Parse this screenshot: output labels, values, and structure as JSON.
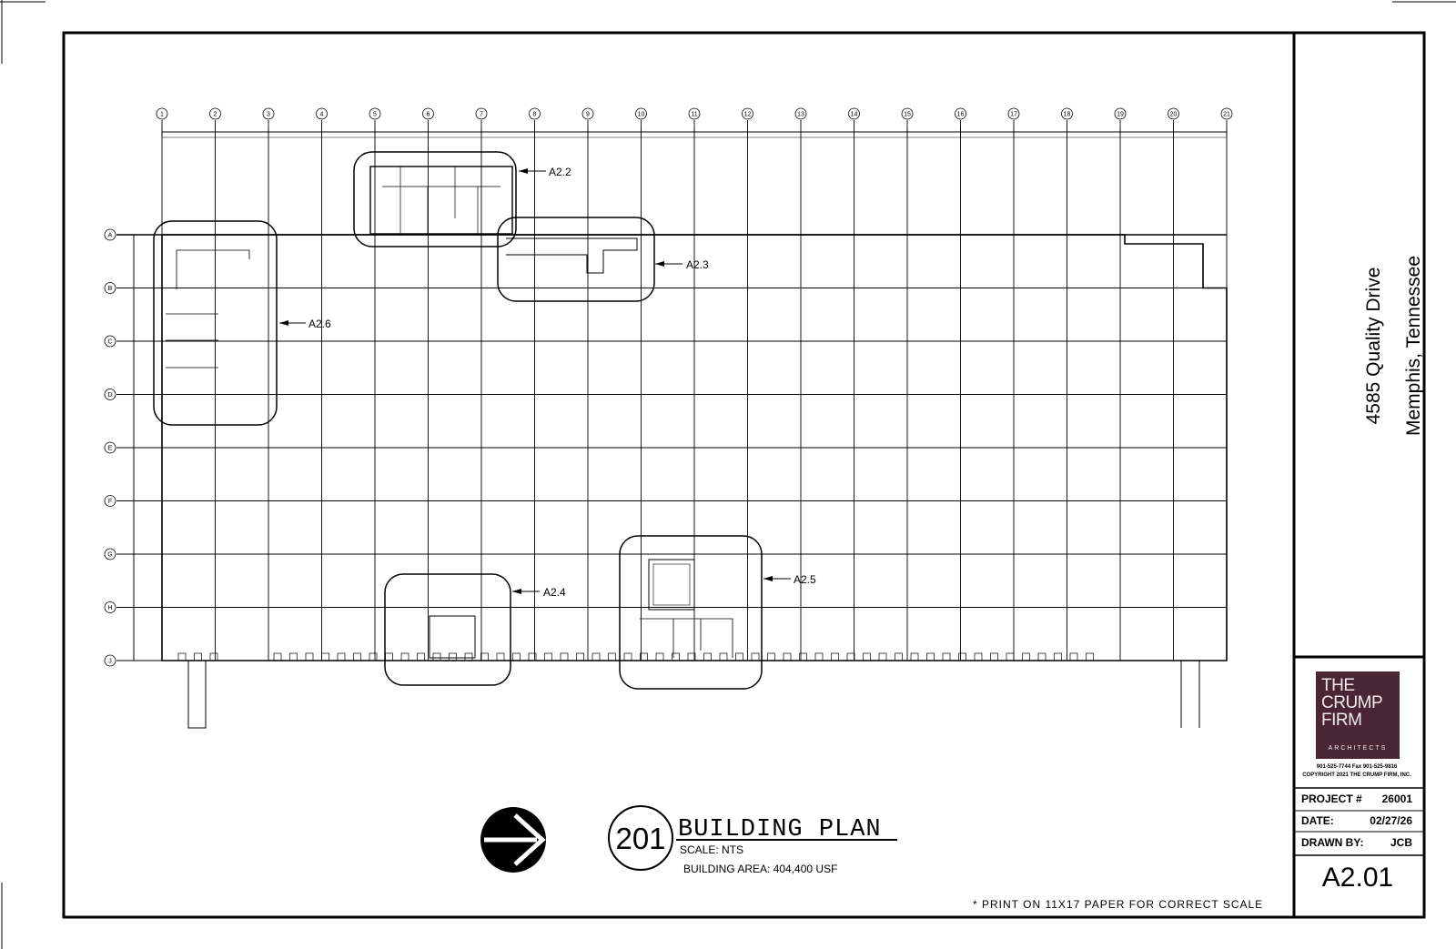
{
  "grid": {
    "columns": [
      "1",
      "2",
      "3",
      "4",
      "5",
      "6",
      "7",
      "8",
      "9",
      "10",
      "11",
      "12",
      "13",
      "14",
      "15",
      "16",
      "17",
      "18",
      "19",
      "20",
      "21"
    ],
    "rows": [
      "A",
      "B",
      "C",
      "D",
      "E",
      "F",
      "G",
      "H",
      "J"
    ]
  },
  "callouts": [
    {
      "id": "a22",
      "label": "A2.2"
    },
    {
      "id": "a23",
      "label": "A2.3"
    },
    {
      "id": "a24",
      "label": "A2.4"
    },
    {
      "id": "a25",
      "label": "A2.5"
    },
    {
      "id": "a26",
      "label": "A2.6"
    }
  ],
  "plan_title": {
    "number": "201",
    "title": "BUILDING PLAN",
    "scale": "SCALE:  NTS",
    "area": "BUILDING AREA:  404,400 USF"
  },
  "print_note": "* PRINT ON 11X17 PAPER FOR CORRECT SCALE",
  "project_address": {
    "line1": "4585 Quality Drive",
    "line2": "Memphis, Tennessee"
  },
  "firm": {
    "logo_lines": [
      "THE",
      "CRUMP",
      "FIRM"
    ],
    "logo_sub": "ARCHITECTS",
    "contact": "901-525-7744  Fax 901-525-9816",
    "copyright": "COPYRIGHT 2021  THE CRUMP FIRM, INC.",
    "brand_color": "#4a2533"
  },
  "title_block": {
    "project_label": "PROJECT #",
    "project_value": "26001",
    "date_label": "DATE:",
    "date_value": "02/27/26",
    "drawn_label": "DRAWN BY:",
    "drawn_value": "JCB",
    "sheet_number": "A2.01"
  }
}
